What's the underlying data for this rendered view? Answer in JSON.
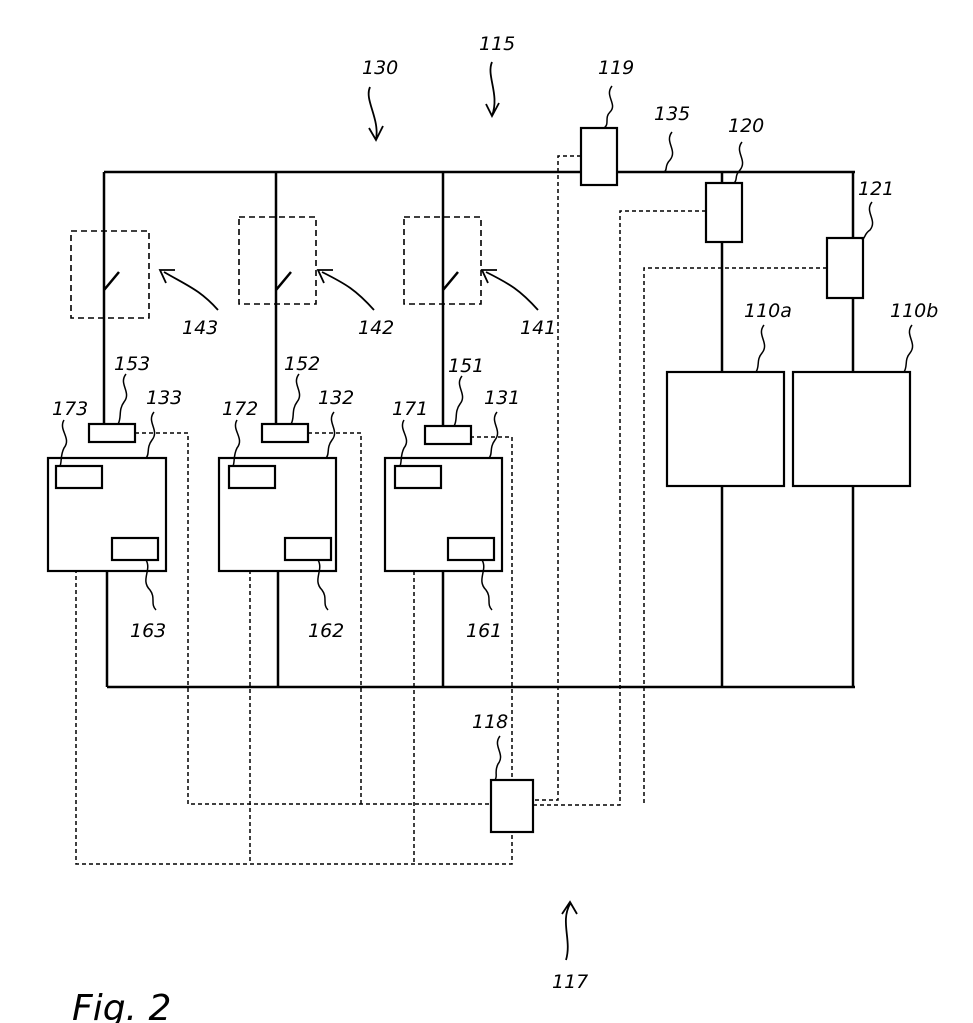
{
  "figure_caption": "Fig. 2",
  "labels": {
    "system": "115",
    "network": "130",
    "dc_bus": "135",
    "controller_main": "117",
    "controller_118": "118",
    "sensor_119": "119",
    "sensor_120": "120",
    "sensor_121": "121",
    "source_a": "110a",
    "source_b": "110b",
    "switch_141": "141",
    "switch_142": "142",
    "switch_143": "143",
    "unit_131": "131",
    "unit_132": "132",
    "unit_133": "133",
    "sensor_151": "151",
    "sensor_152": "152",
    "sensor_153": "153",
    "module_161": "161",
    "module_162": "162",
    "module_163": "163",
    "module_171": "171",
    "module_172": "172",
    "module_173": "173"
  }
}
